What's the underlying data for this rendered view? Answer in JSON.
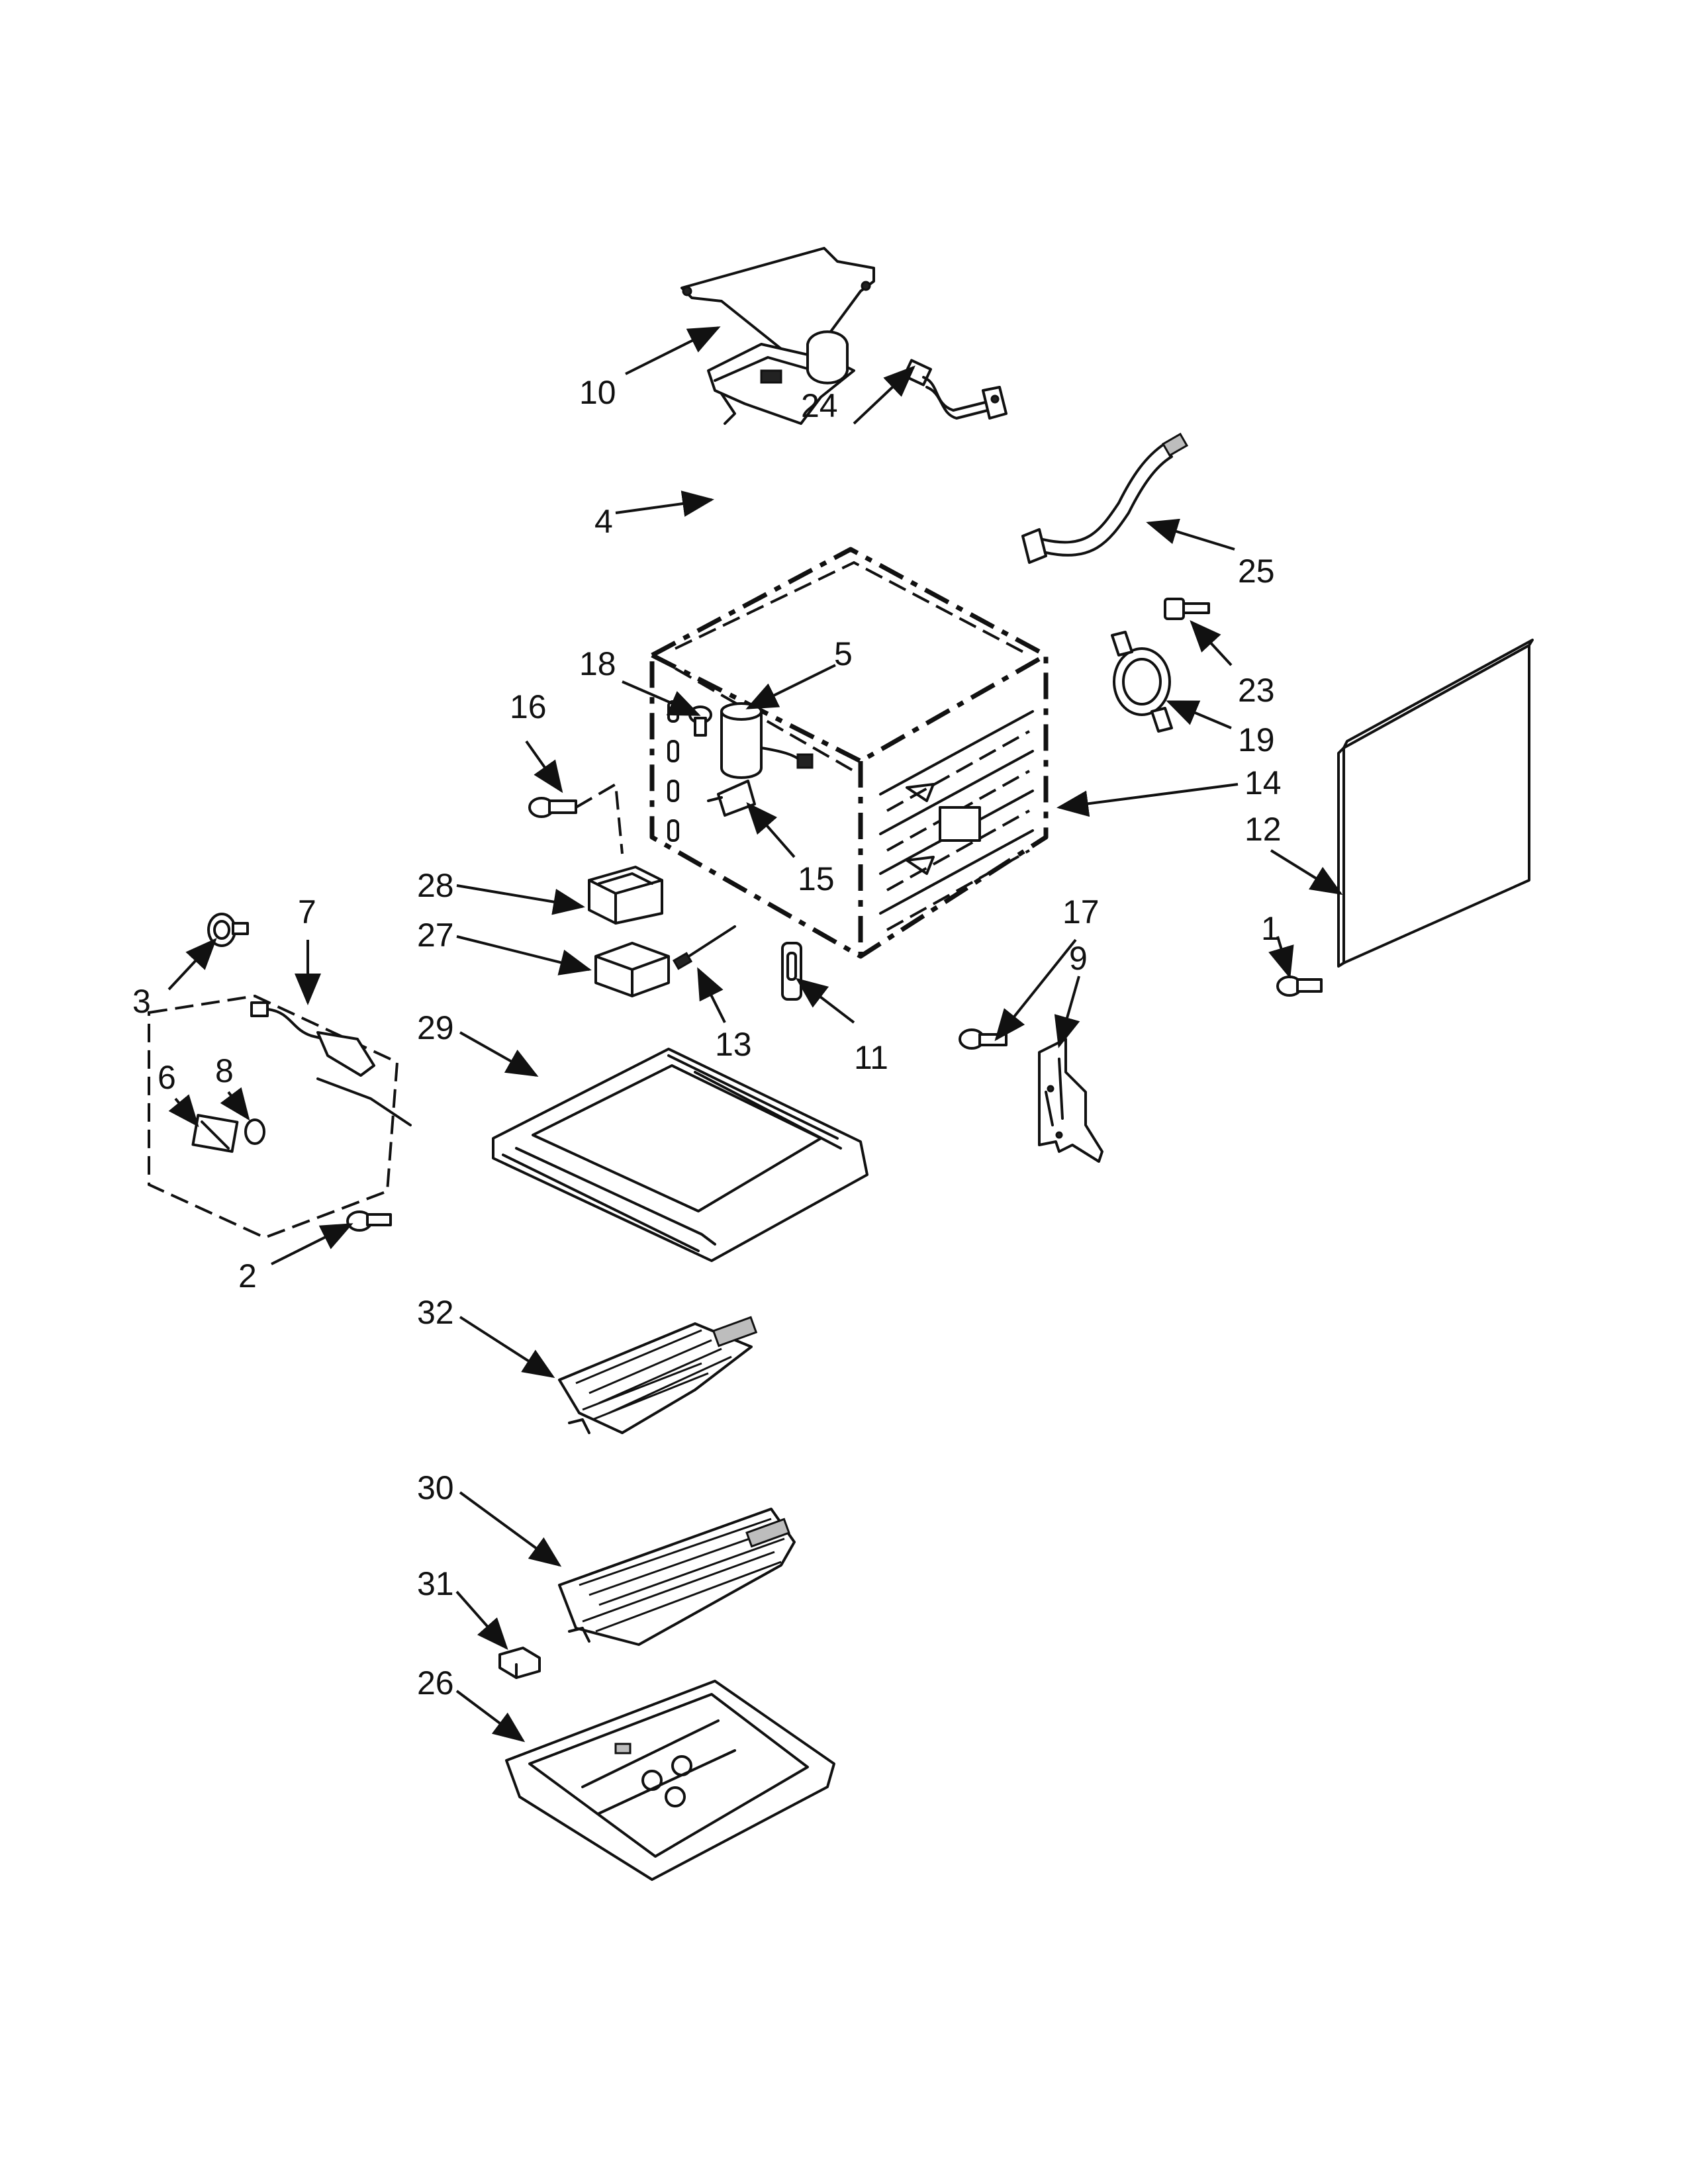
{
  "callouts": [
    {
      "id": "c1",
      "label": "1"
    },
    {
      "id": "c2",
      "label": "2"
    },
    {
      "id": "c3",
      "label": "3"
    },
    {
      "id": "c4",
      "label": "4"
    },
    {
      "id": "c5",
      "label": "5"
    },
    {
      "id": "c6",
      "label": "6"
    },
    {
      "id": "c7",
      "label": "7"
    },
    {
      "id": "c8",
      "label": "8"
    },
    {
      "id": "c9",
      "label": "9"
    },
    {
      "id": "c10",
      "label": "10"
    },
    {
      "id": "c11",
      "label": "11"
    },
    {
      "id": "c12",
      "label": "12"
    },
    {
      "id": "c13",
      "label": "13"
    },
    {
      "id": "c14",
      "label": "14"
    },
    {
      "id": "c15",
      "label": "15"
    },
    {
      "id": "c16",
      "label": "16"
    },
    {
      "id": "c17",
      "label": "17"
    },
    {
      "id": "c18",
      "label": "18"
    },
    {
      "id": "c19",
      "label": "19"
    },
    {
      "id": "c23",
      "label": "23"
    },
    {
      "id": "c24",
      "label": "24"
    },
    {
      "id": "c25",
      "label": "25"
    },
    {
      "id": "c26",
      "label": "26"
    },
    {
      "id": "c27",
      "label": "27"
    },
    {
      "id": "c28",
      "label": "28"
    },
    {
      "id": "c29",
      "label": "29"
    },
    {
      "id": "c30",
      "label": "30"
    },
    {
      "id": "c31",
      "label": "31"
    },
    {
      "id": "c32",
      "label": "32"
    }
  ],
  "colors": {
    "ink": "#111111",
    "background": "#ffffff"
  }
}
